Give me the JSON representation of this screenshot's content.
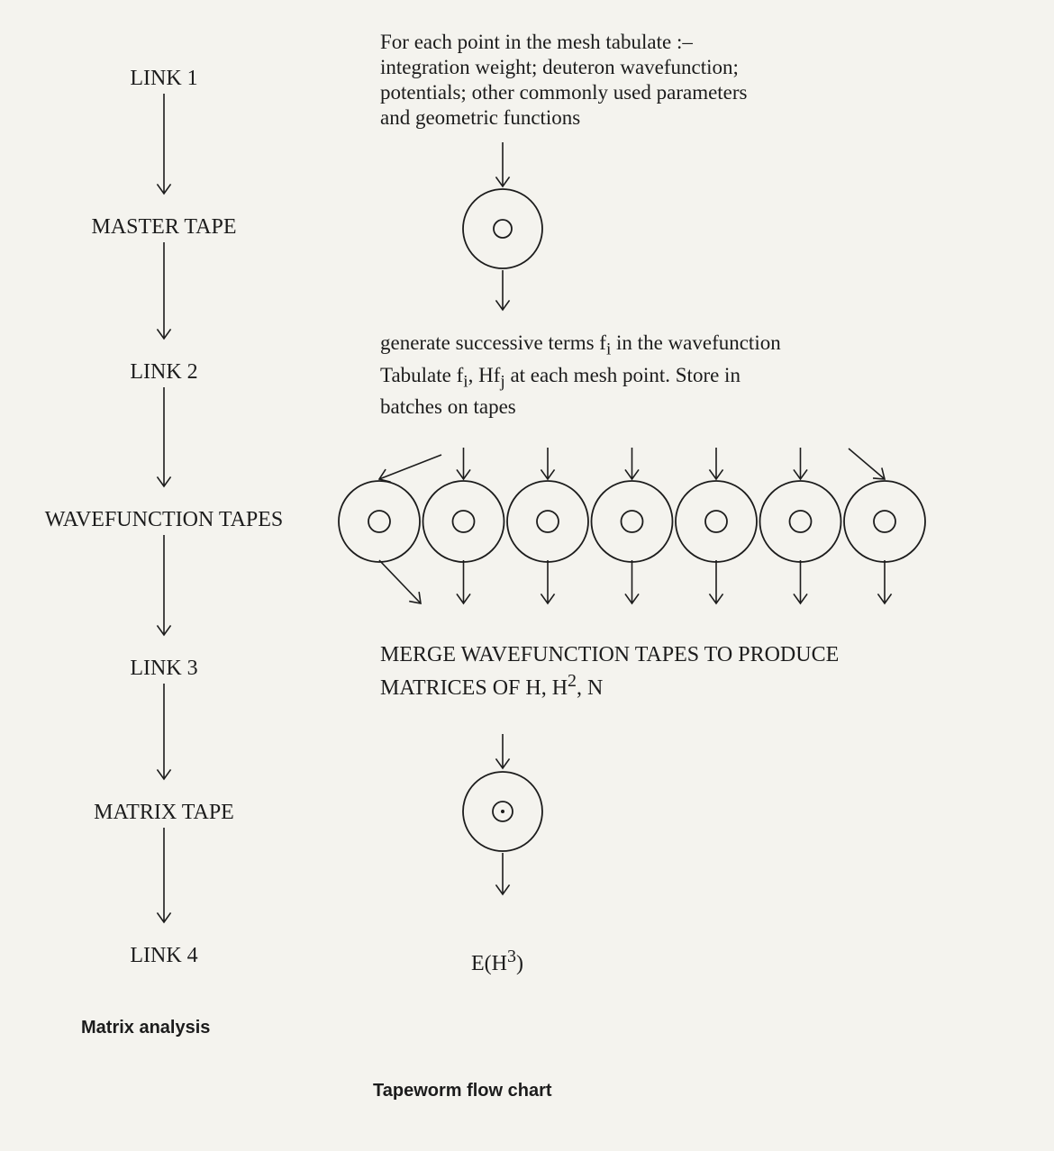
{
  "left_column": {
    "stages": [
      {
        "id": "link-1",
        "label": "LINK 1"
      },
      {
        "id": "master-tape",
        "label": "MASTER TAPE"
      },
      {
        "id": "link-2",
        "label": "LINK 2"
      },
      {
        "id": "wavefunction-tapes",
        "label": "WAVEFUNCTION TAPES"
      },
      {
        "id": "link-3",
        "label": "LINK 3"
      },
      {
        "id": "matrix-tape",
        "label": "MATRIX TAPE"
      },
      {
        "id": "link-4",
        "label": "LINK 4"
      }
    ],
    "caption": "Matrix analysis"
  },
  "right_column": {
    "mesh_description": {
      "lines": [
        "For each point in the mesh tabulate :–",
        "integration weight; deuteron wavefunction;",
        "potentials; other commonly used parameters",
        "and geometric functions"
      ]
    },
    "generate_description": {
      "line1_pre": "generate successive terms f",
      "line1_sub": "i",
      "line1_post": " in the wavefunction",
      "line2_pre": "Tabulate f",
      "line2_sub1": "i",
      "line2_mid": ", Hf",
      "line2_sub2": "j",
      "line2_post": " at each mesh point. Store in",
      "line3": "batches on tapes"
    },
    "merge_description": {
      "line1": "MERGE WAVEFUNCTION TAPES TO PRODUCE",
      "line2_pre": "MATRICES OF H, H",
      "line2_sup": "2",
      "line2_post": ", N"
    },
    "result": {
      "pre": "E(H",
      "sup": "3",
      "post": ")"
    },
    "wavefunction_tape_count": 7,
    "caption": "Tapeworm flow chart"
  }
}
